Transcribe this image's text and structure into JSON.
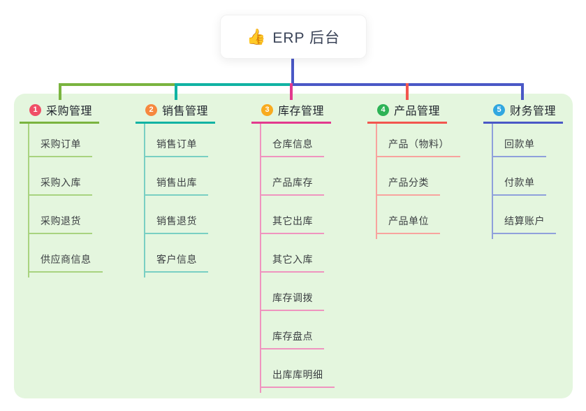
{
  "root": {
    "icon": "thumbs-up-icon",
    "icon_char": "👍",
    "title": "ERP 后台"
  },
  "branches": [
    {
      "badge": "1",
      "title": "采购管理",
      "color": "#7ab43f",
      "light_color": "#a8d37f",
      "badge_color": "#f04f66",
      "children": [
        "采购订单",
        "采购入库",
        "采购退货",
        "供应商信息"
      ]
    },
    {
      "badge": "2",
      "title": "销售管理",
      "color": "#10b3a3",
      "light_color": "#79cfc3",
      "badge_color": "#f6883f",
      "children": [
        "销售订单",
        "销售出库",
        "销售退货",
        "客户信息"
      ]
    },
    {
      "badge": "3",
      "title": "库存管理",
      "color": "#e23a8e",
      "light_color": "#ef94bf",
      "badge_color": "#f8ab1f",
      "children": [
        "仓库信息",
        "产品库存",
        "其它出库",
        "其它入库",
        "库存调拨",
        "库存盘点",
        "出库库明细"
      ]
    },
    {
      "badge": "4",
      "title": "产品管理",
      "color": "#f2564f",
      "light_color": "#f8a39e",
      "badge_color": "#2db356",
      "children": [
        "产品（物料）",
        "产品分类",
        "产品单位"
      ]
    },
    {
      "badge": "5",
      "title": "财务管理",
      "color": "#4a58c6",
      "light_color": "#8fa0db",
      "badge_color": "#31a7e0",
      "children": [
        "回款单",
        "付款单",
        "结算账户"
      ]
    }
  ],
  "colors": {
    "panel_background": "#e4f6de",
    "root_connector": "#4a58c6"
  }
}
